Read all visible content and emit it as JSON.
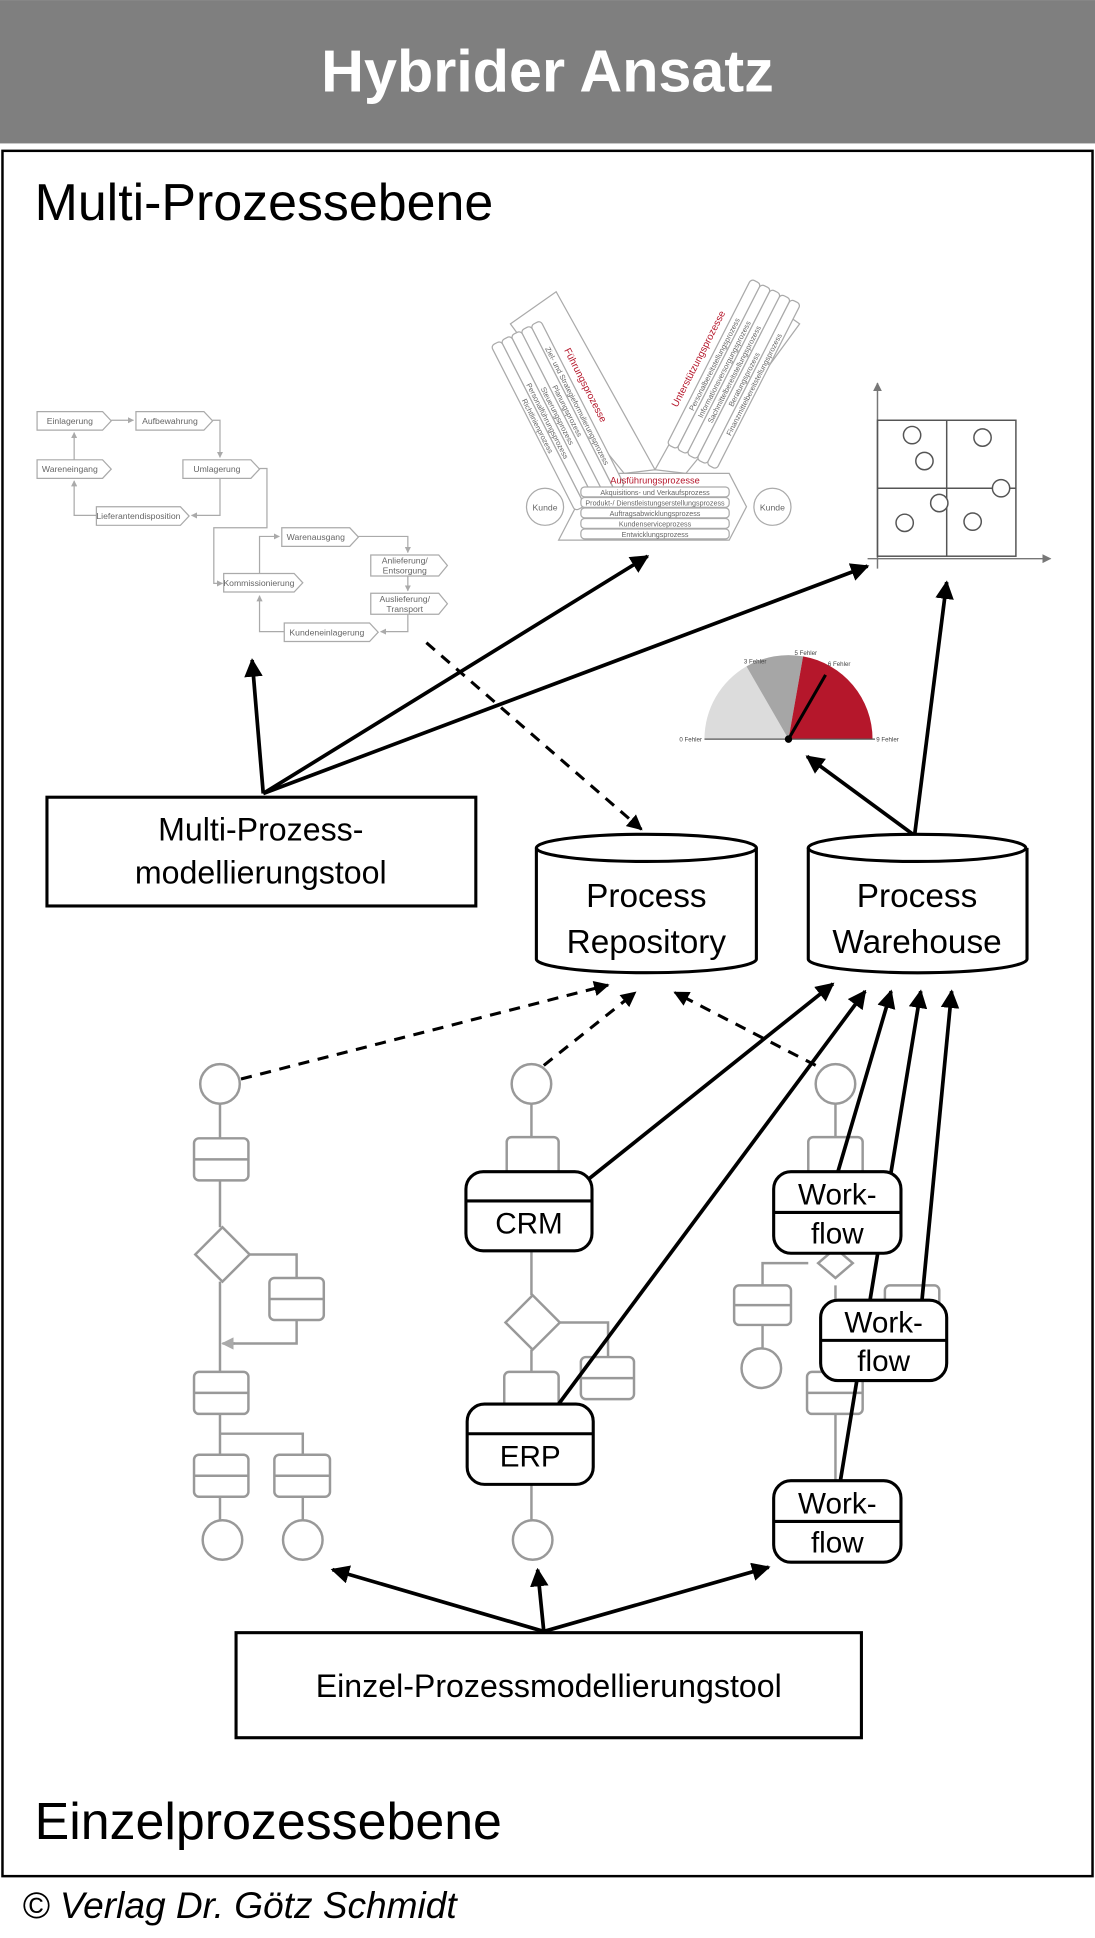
{
  "title": "Hybrider Ansatz",
  "upper_level": "Multi-Prozessebene",
  "lower_level": "Einzelprozessebene",
  "copyright": "© Verlag Dr. Götz Schmidt",
  "colors": {
    "title_bar": "#7f7f7f",
    "accent_red": "#b5172b",
    "gray_lines": "#999999"
  },
  "flowchart": {
    "nodes": [
      "Einlagerung",
      "Aufbewahrung",
      "Wareneingang",
      "Umlagerung",
      "Lieferantendisposition",
      "Warenausgang",
      "Kommissionierung",
      "Anlieferung/",
      "Entsorgung",
      "Auslieferung/",
      "Transport",
      "Kundeneinlagerung"
    ]
  },
  "process_map": {
    "fuehrung_title": "Führungsprozesse",
    "fuehrung": [
      "Ziel- und Strategieformulierungsprozess",
      "Planungsprozess",
      "Steuerungsprozess",
      "Personalführungsprozess",
      "Richtlinienprozess"
    ],
    "unterstuetzung_title": "Unterstützungsprozesse",
    "unterstuetzung": [
      "Personalbereitstellungsprozess",
      "Informationsversorgungsprozess",
      "Sachmittelbereitstellungsprozess",
      "Beratungsprozess",
      "Finanzmittelbereitstellungsprozess"
    ],
    "ausfuehrung_title": "Ausführungsprozesse",
    "ausfuehrung": [
      "Akquisitions- und Verkaufsprozess",
      "Produkt-/ Dienstleistungserstellungsprozess",
      "Auftragsabwicklungsprozess",
      "Kundenserviceprozess",
      "Entwicklungsprozess"
    ],
    "customer": "Kunde"
  },
  "gauge": {
    "labels": [
      "0 Fehler",
      "3 Fehler",
      "5 Fehler",
      "6 Fehler",
      "9 Fehler"
    ],
    "min": 0,
    "max": 9,
    "value": 6,
    "bands": [
      [
        0,
        3,
        "#dcdcdc"
      ],
      [
        3,
        5,
        "#a6a6a6"
      ],
      [
        5,
        9,
        "#b5172b"
      ]
    ]
  },
  "tools": {
    "multi_line1": "Multi-Prozess-",
    "multi_line2": "modellierungstool",
    "repo_line1": "Process",
    "repo_line2": "Repository",
    "wh_line1": "Process",
    "wh_line2": "Warehouse",
    "einzel": "Einzel-Prozessmodellierungstool"
  },
  "systems": {
    "crm": "CRM",
    "erp": "ERP",
    "wf_line1": "Work-",
    "wf_line2": "flow"
  }
}
